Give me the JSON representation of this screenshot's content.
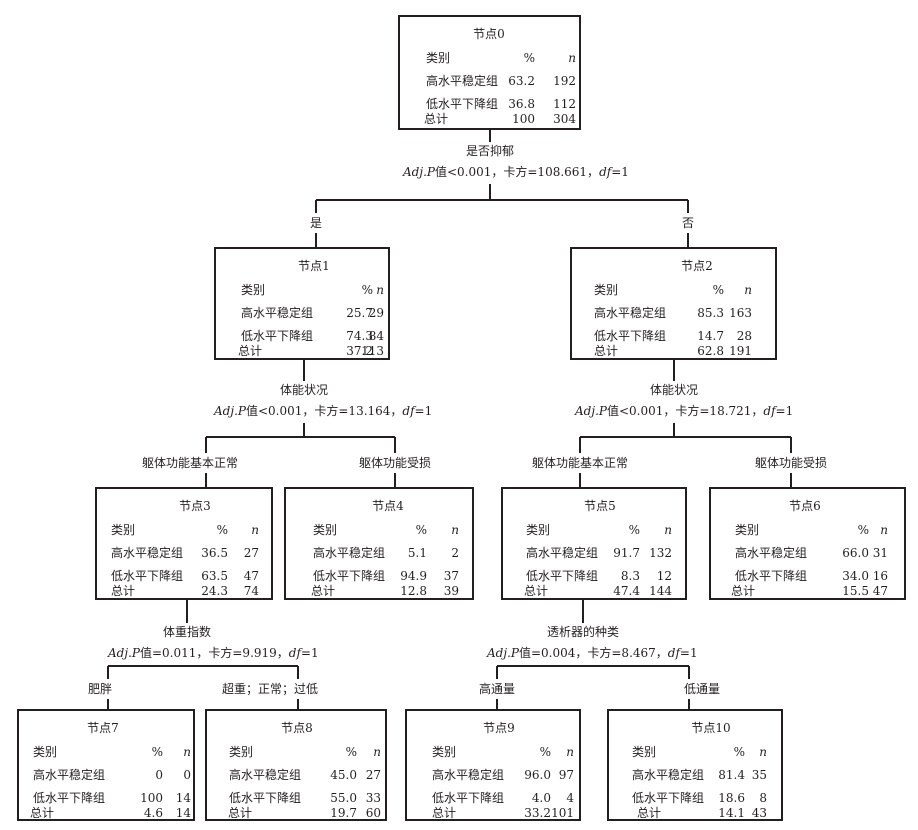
{
  "labels": {
    "category": "类别",
    "percent": "%",
    "n": "n",
    "total": "总计",
    "high_group": "高水平稳定组",
    "low_group": "低水平下降组"
  },
  "nodes": [
    {
      "id": 0,
      "title": "节点0",
      "high_pct": "63.2",
      "high_n": "192",
      "low_pct": "36.8",
      "low_n": "112",
      "total_pct": "100",
      "total_n": "304"
    },
    {
      "id": 1,
      "title": "节点1",
      "high_pct": "25.7",
      "high_n": "29",
      "low_pct": "74.3",
      "low_n": "84",
      "total_pct": "37.2",
      "total_n": "113"
    },
    {
      "id": 2,
      "title": "节点2",
      "high_pct": "85.3",
      "high_n": "163",
      "low_pct": "14.7",
      "low_n": "28",
      "total_pct": "62.8",
      "total_n": "191"
    },
    {
      "id": 3,
      "title": "节点3",
      "high_pct": "36.5",
      "high_n": "27",
      "low_pct": "63.5",
      "low_n": "47",
      "total_pct": "24.3",
      "total_n": "74"
    },
    {
      "id": 4,
      "title": "节点4",
      "high_pct": "5.1",
      "high_n": "2",
      "low_pct": "94.9",
      "low_n": "37",
      "total_pct": "12.8",
      "total_n": "39"
    },
    {
      "id": 5,
      "title": "节点5",
      "high_pct": "91.7",
      "high_n": "132",
      "low_pct": "8.3",
      "low_n": "12",
      "total_pct": "47.4",
      "total_n": "144"
    },
    {
      "id": 6,
      "title": "节点6",
      "high_pct": "66.0",
      "high_n": "31",
      "low_pct": "34.0",
      "low_n": "16",
      "total_pct": "15.5",
      "total_n": "47"
    },
    {
      "id": 7,
      "title": "节点7",
      "high_pct": "0",
      "high_n": "0",
      "low_pct": "100",
      "low_n": "14",
      "total_pct": "4.6",
      "total_n": "14"
    },
    {
      "id": 8,
      "title": "节点8",
      "high_pct": "45.0",
      "high_n": "27",
      "low_pct": "55.0",
      "low_n": "33",
      "total_pct": "19.7",
      "total_n": "60"
    },
    {
      "id": 9,
      "title": "节点9",
      "high_pct": "96.0",
      "high_n": "97",
      "low_pct": "4.0",
      "low_n": "4",
      "total_pct": "33.2",
      "total_n": "101"
    },
    {
      "id": 10,
      "title": "节点10",
      "high_pct": "81.4",
      "high_n": "35",
      "low_pct": "18.6",
      "low_n": "8",
      "total_pct": "14.1",
      "total_n": "43"
    }
  ],
  "splits": [
    {
      "parent": 0,
      "variable": "是否抑郁",
      "adj_p_label": "Adj.P",
      "stat_text": "值<0.001，卡方=108.661，",
      "df_label": "df",
      "df_value": "=1",
      "branches": [
        {
          "label": "是",
          "child": 1
        },
        {
          "label": "否",
          "child": 2
        }
      ]
    },
    {
      "parent": 1,
      "variable": "体能状况",
      "adj_p_label": "Adj.P",
      "stat_text": "值<0.001，卡方=13.164，",
      "df_label": "df",
      "df_value": "=1",
      "branches": [
        {
          "label": "躯体功能基本正常",
          "child": 3
        },
        {
          "label": "躯体功能受损",
          "child": 4
        }
      ]
    },
    {
      "parent": 2,
      "variable": "体能状况",
      "adj_p_label": "Adj.P",
      "stat_text": "值<0.001，卡方=18.721，",
      "df_label": "df",
      "df_value": "=1",
      "branches": [
        {
          "label": "躯体功能基本正常",
          "child": 5
        },
        {
          "label": "躯体功能受损",
          "child": 6
        }
      ]
    },
    {
      "parent": 3,
      "variable": "体重指数",
      "adj_p_label": "Adj.P",
      "stat_text": "值=0.011，卡方=9.919，",
      "df_label": "df",
      "df_value": "=1",
      "branches": [
        {
          "label": "肥胖",
          "child": 7
        },
        {
          "label": "超重；正常；过低",
          "child": 8
        }
      ]
    },
    {
      "parent": 5,
      "variable": "透析器的种类",
      "adj_p_label": "Adj.P",
      "stat_text": "值=0.004，卡方=8.467，",
      "df_label": "df",
      "df_value": "=1",
      "branches": [
        {
          "label": "高通量",
          "child": 9
        },
        {
          "label": "低通量",
          "child": 10
        }
      ]
    }
  ]
}
